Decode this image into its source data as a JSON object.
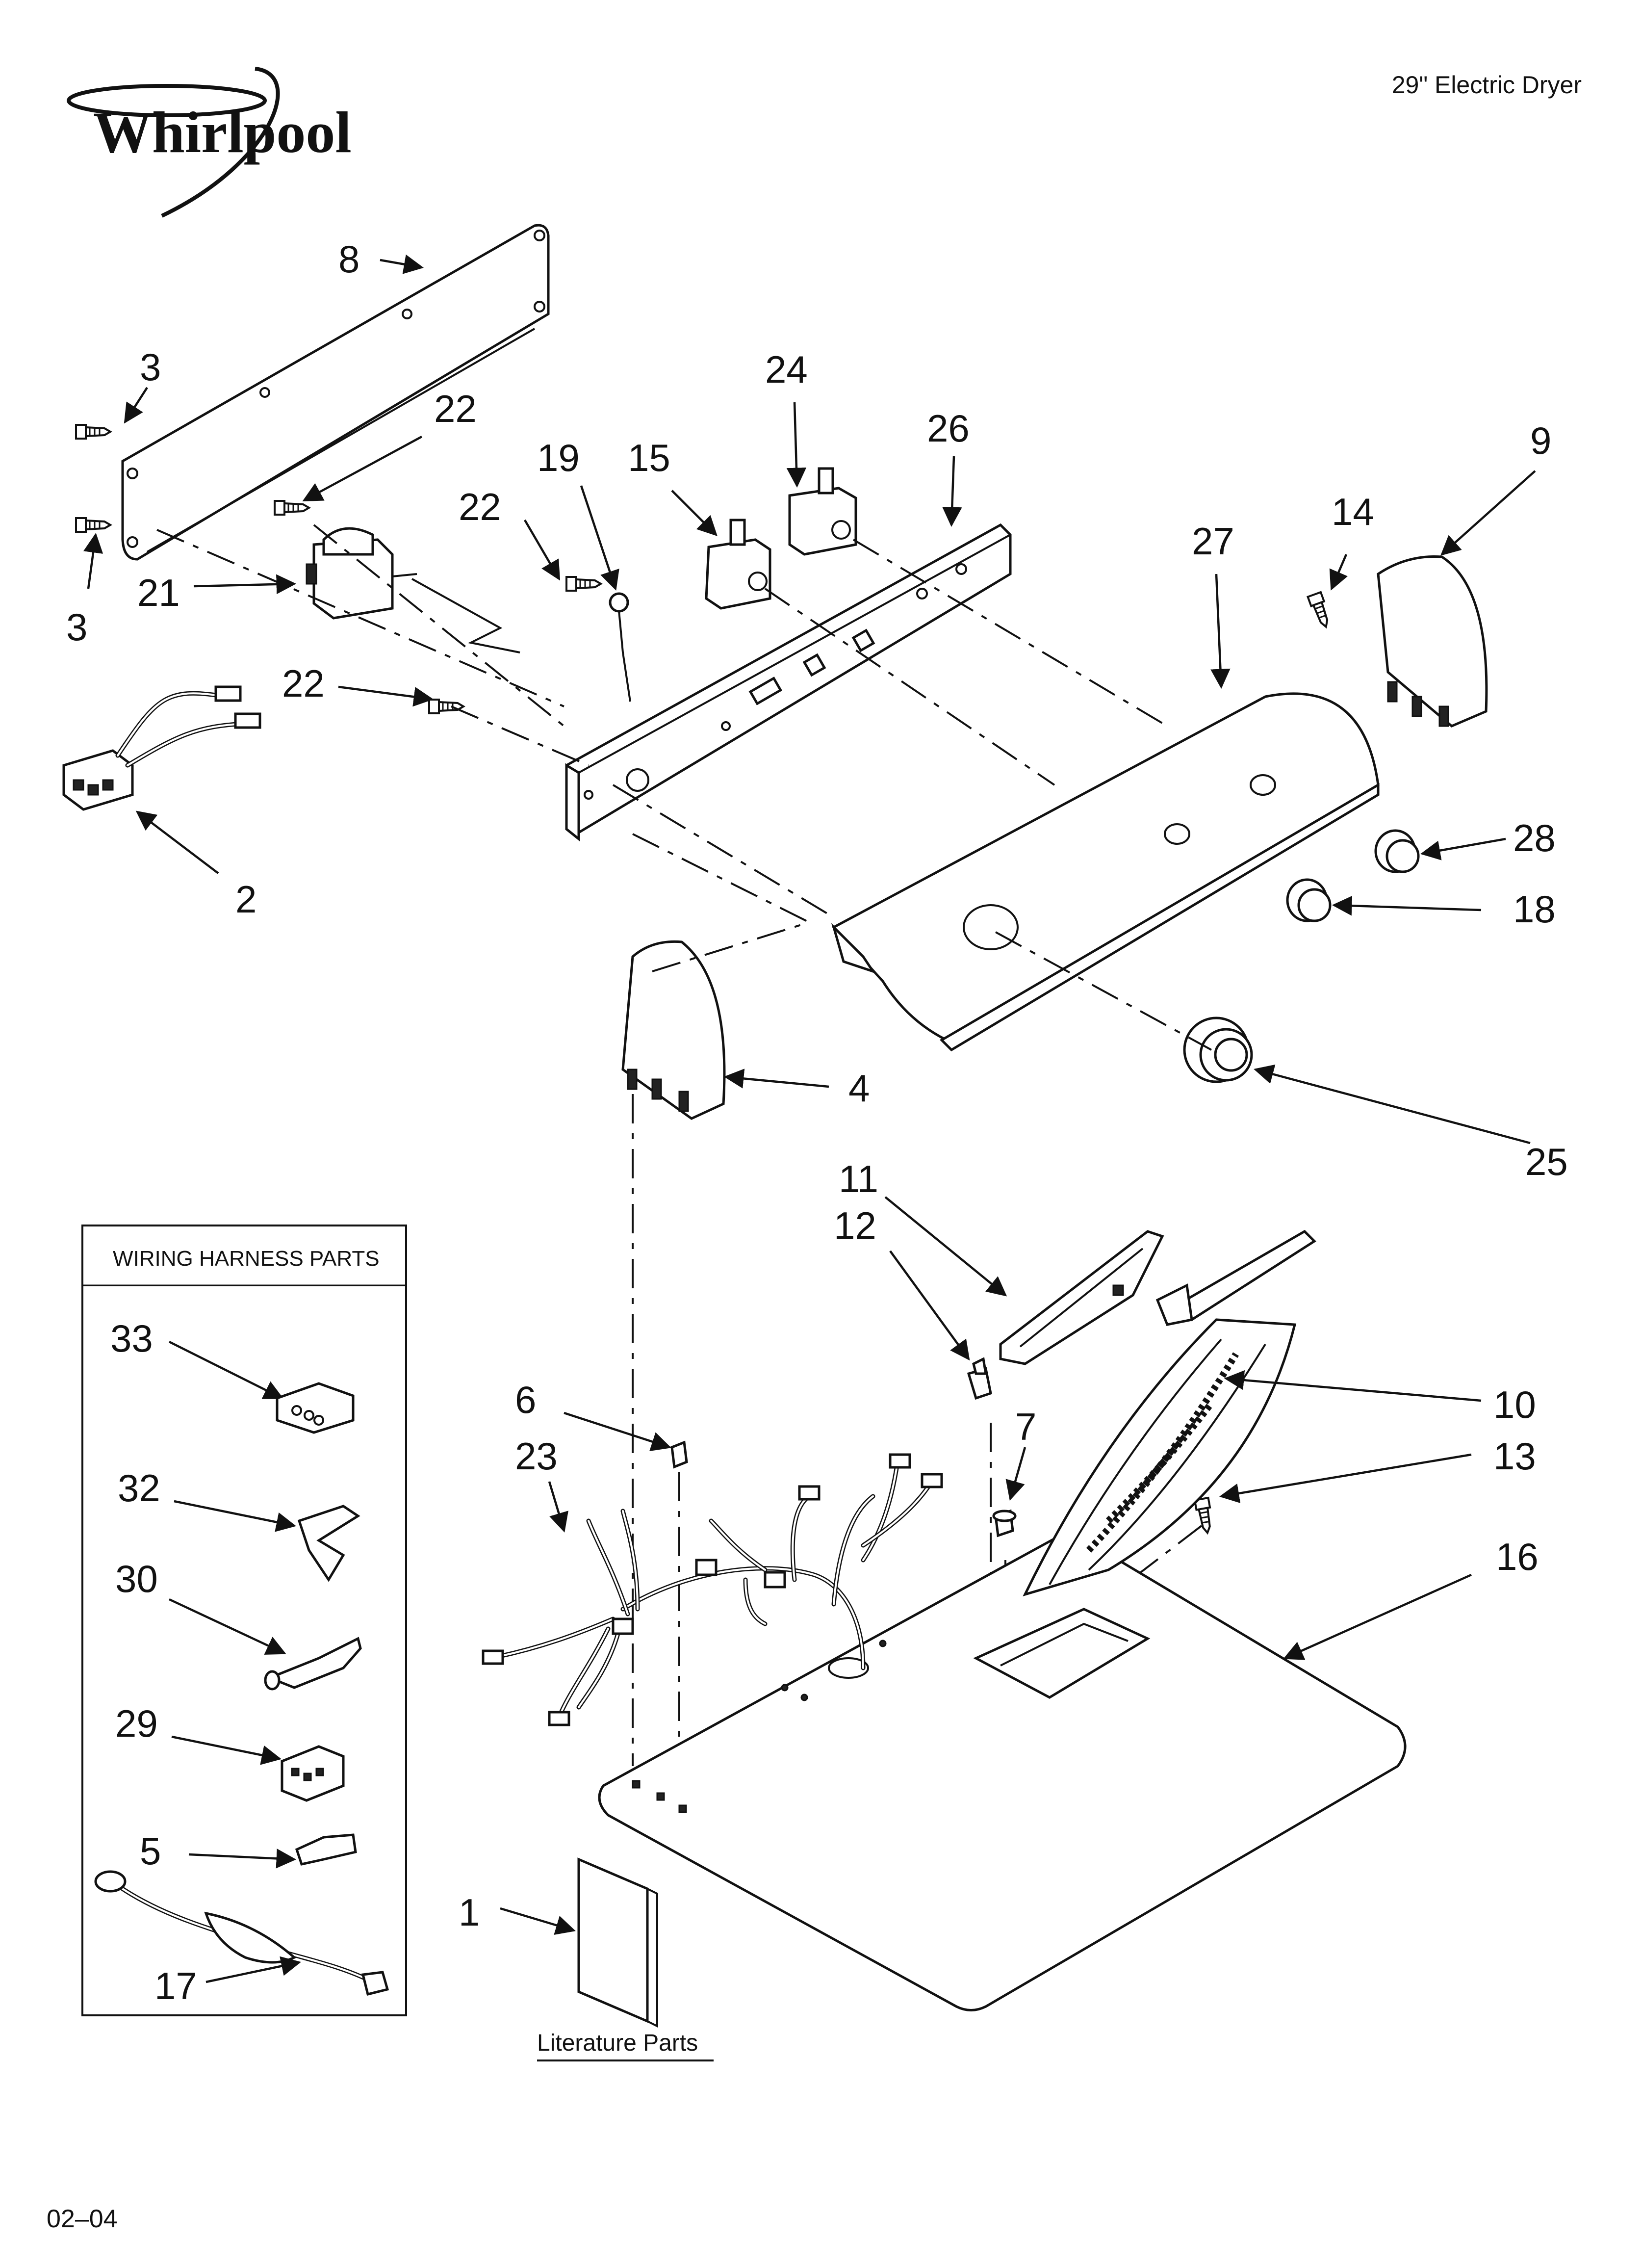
{
  "header": {
    "brand": "Whirlpool",
    "model_title": "29\" Electric Dryer"
  },
  "footer": {
    "date_code": "02–04"
  },
  "inset": {
    "title": "WIRING HARNESS PARTS",
    "callouts": [
      "33",
      "32",
      "30",
      "29",
      "5",
      "17"
    ]
  },
  "literature": {
    "label": "Literature Parts",
    "callout": "1"
  },
  "callouts": {
    "c8": "8",
    "c3a": "3",
    "c3b": "3",
    "c22a": "22",
    "c22b": "22",
    "c22c": "22",
    "c21": "21",
    "c19": "19",
    "c15": "15",
    "c24": "24",
    "c26": "26",
    "c27": "27",
    "c14": "14",
    "c9": "9",
    "c28": "28",
    "c18": "18",
    "c2": "2",
    "c4": "4",
    "c25": "25",
    "c11": "11",
    "c12": "12",
    "c10": "10",
    "c13": "13",
    "c7": "7",
    "c6": "6",
    "c23": "23",
    "c16": "16"
  },
  "icons": [
    "whirlpool-logo",
    "screw",
    "timer",
    "switch",
    "knob",
    "harness",
    "manual"
  ]
}
